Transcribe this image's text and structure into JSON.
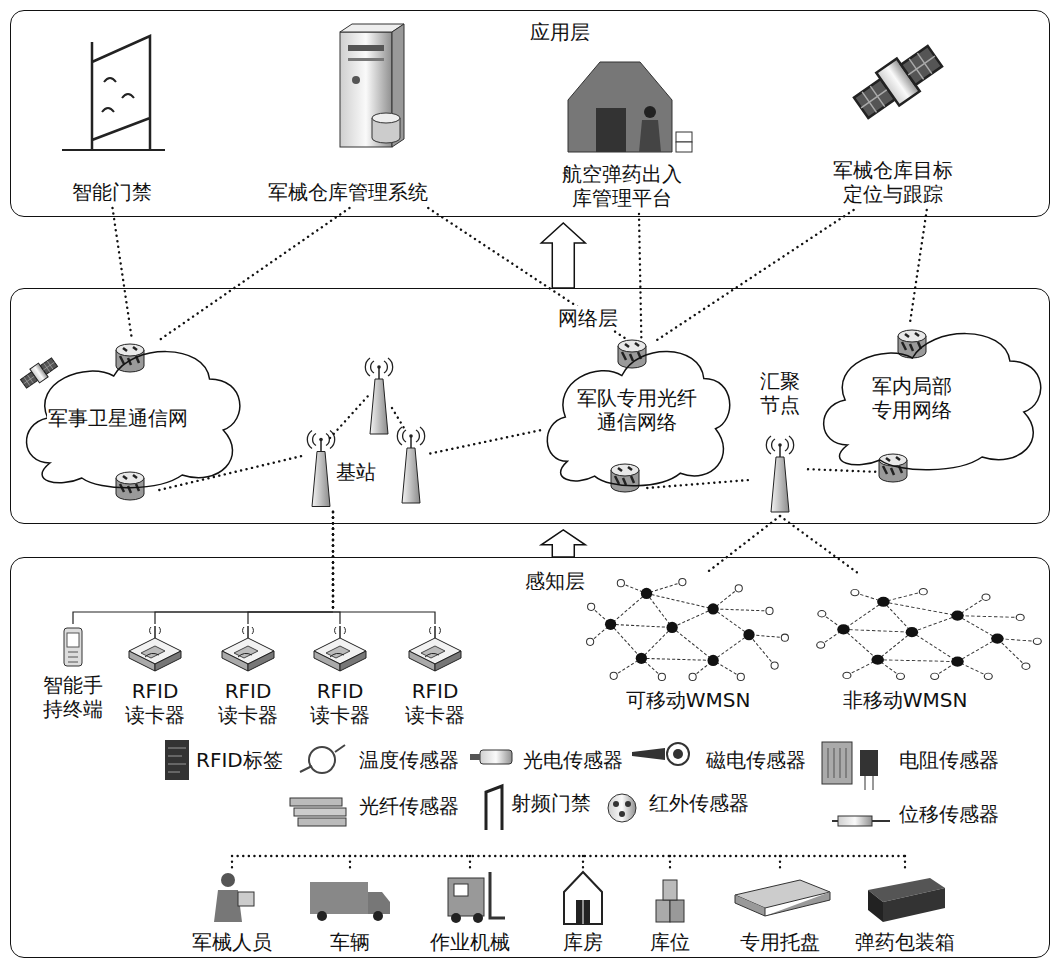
{
  "diagram": {
    "nodes": [
      {
        "text": [
          "应用层"
        ]
      },
      {
        "text": [
          "智能门禁"
        ],
        "in": 0
      },
      {
        "text": [
          "军械仓库管理系统"
        ],
        "in": 0
      },
      {
        "text": [
          "航空弹药出入 库管理平台"
        ],
        "in": 0
      },
      {
        "text": [
          "军械仓库目标 定位与跟踪"
        ],
        "in": 0
      },
      {
        "text": [
          "网络层"
        ]
      },
      {
        "text": [
          "军事卫星通信网"
        ],
        "in": 5
      },
      {
        "text": [
          "基站"
        ],
        "in": 5
      },
      {
        "text": [
          "军队专用光纤 通信网络"
        ],
        "in": 5
      },
      {
        "text": [
          "汇聚 节点"
        ],
        "in": 5
      },
      {
        "text": [
          "军内局部 专用网络"
        ],
        "in": 5
      },
      {
        "text": [
          "感知层"
        ]
      },
      {
        "text": [
          "智能手 持终端"
        ],
        "in": 11
      },
      {
        "text": [
          "RFID 读卡器"
        ],
        "in": 11
      },
      {
        "text": [
          "RFID 读卡器"
        ],
        "in": 11
      },
      {
        "text": [
          "RFID 读卡器"
        ],
        "in": 11
      },
      {
        "text": [
          "RFID 读卡器"
        ],
        "in": 11
      },
      {
        "text": [
          "可移动WMSN"
        ],
        "in": 11
      },
      {
        "text": [
          "非移动WMSN"
        ],
        "in": 11
      }
    ],
    "edges": [
      {
        "from": 1,
        "to": 6,
        "arrow": "none"
      },
      {
        "from": 2,
        "to": 6,
        "arrow": "none"
      },
      {
        "from": 2,
        "to": 8,
        "arrow": "none"
      },
      {
        "from": 3,
        "to": 8,
        "arrow": "none"
      },
      {
        "from": 4,
        "to": 8,
        "arrow": "none"
      },
      {
        "from": 4,
        "to": 10,
        "arrow": "none"
      },
      {
        "from": 6,
        "to": 7,
        "arrow": "none"
      },
      {
        "from": 8,
        "to": 7,
        "arrow": "none"
      },
      {
        "from": 8,
        "to": 9,
        "arrow": "none"
      },
      {
        "from": 9,
        "to": 10,
        "arrow": "none"
      },
      {
        "from": 9,
        "to": 17,
        "arrow": "none"
      },
      {
        "from": 9,
        "to": 18,
        "arrow": "none"
      },
      {
        "from": 7,
        "to": 12,
        "arrow": "none"
      },
      {
        "from": 7,
        "to": 13,
        "arrow": "none"
      },
      {
        "from": 7,
        "to": 14,
        "arrow": "none"
      },
      {
        "from": 7,
        "to": 15,
        "arrow": "none"
      },
      {
        "from": 7,
        "to": 16,
        "arrow": "none"
      },
      {
        "from": 5,
        "to": 0,
        "arrow": "to"
      },
      {
        "from": 11,
        "to": 5,
        "arrow": "to"
      }
    ],
    "labels": [
      "RFID标签",
      "温度传感器",
      "光电传感器",
      "磁电传感器",
      "电阻传感器",
      "光纤传感器",
      "射频门禁",
      "红外传感器",
      "位移传感器",
      "军械人员",
      "车辆",
      "作业机械",
      "库房",
      "库位",
      "专用托盘",
      "弹药包装箱"
    ]
  }
}
